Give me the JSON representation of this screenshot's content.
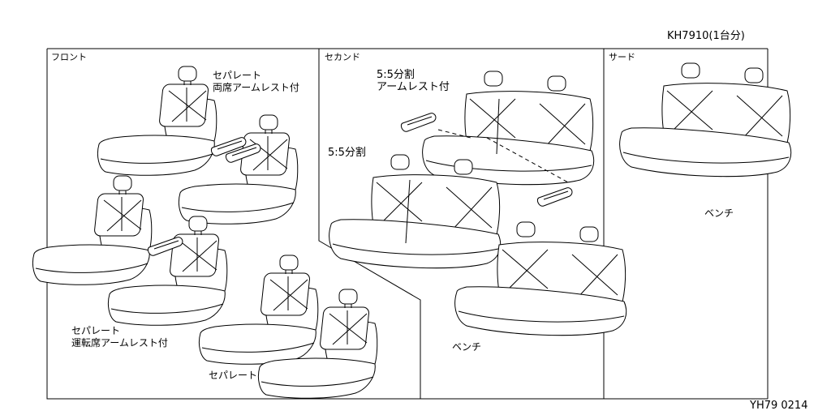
{
  "header": {
    "code": "KH7910(1台分)"
  },
  "footer": {
    "code": "YH79 0214"
  },
  "panels": {
    "front": {
      "title": "フロント"
    },
    "second": {
      "title": "セカンド"
    },
    "third": {
      "title": "サード"
    }
  },
  "labels": {
    "front_sep_both_1": "セパレート",
    "front_sep_both_2": "両席アームレスト付",
    "front_sep_driver_1": "セパレート",
    "front_sep_driver_2": "運転席アームレスト付",
    "front_sep": "セパレート",
    "second_split_arm_1": "5:5分割",
    "second_split_arm_2": "アームレスト付",
    "second_split": "5:5分割",
    "second_bench": "ベンチ",
    "third_bench": "ベンチ"
  }
}
